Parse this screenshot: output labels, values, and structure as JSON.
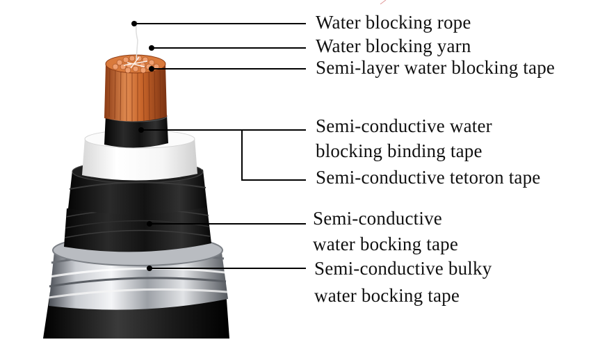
{
  "labels": {
    "rope": "Water blocking rope",
    "yarn": "Water blocking yarn",
    "semi_layer": "Semi-layer water blocking tape",
    "binding_line1": "Semi-conductive water",
    "binding_line2": "blocking binding tape",
    "tetoron": "Semi-conductive tetoron tape",
    "wbt_line1": "Semi-conductive",
    "wbt_line2": "water bocking tape",
    "bulky_line1": "Semi-conductive bulky",
    "bulky_line2": "water bocking tape"
  },
  "colors": {
    "copper": "#c8652a",
    "copper_light": "#f0a070",
    "copper_dark": "#7a3212",
    "insulation": "#f2f2f2",
    "black_layer": "#181818",
    "sheath": "#9a9ea4",
    "leader_line": "#000000",
    "text": "#111111"
  }
}
